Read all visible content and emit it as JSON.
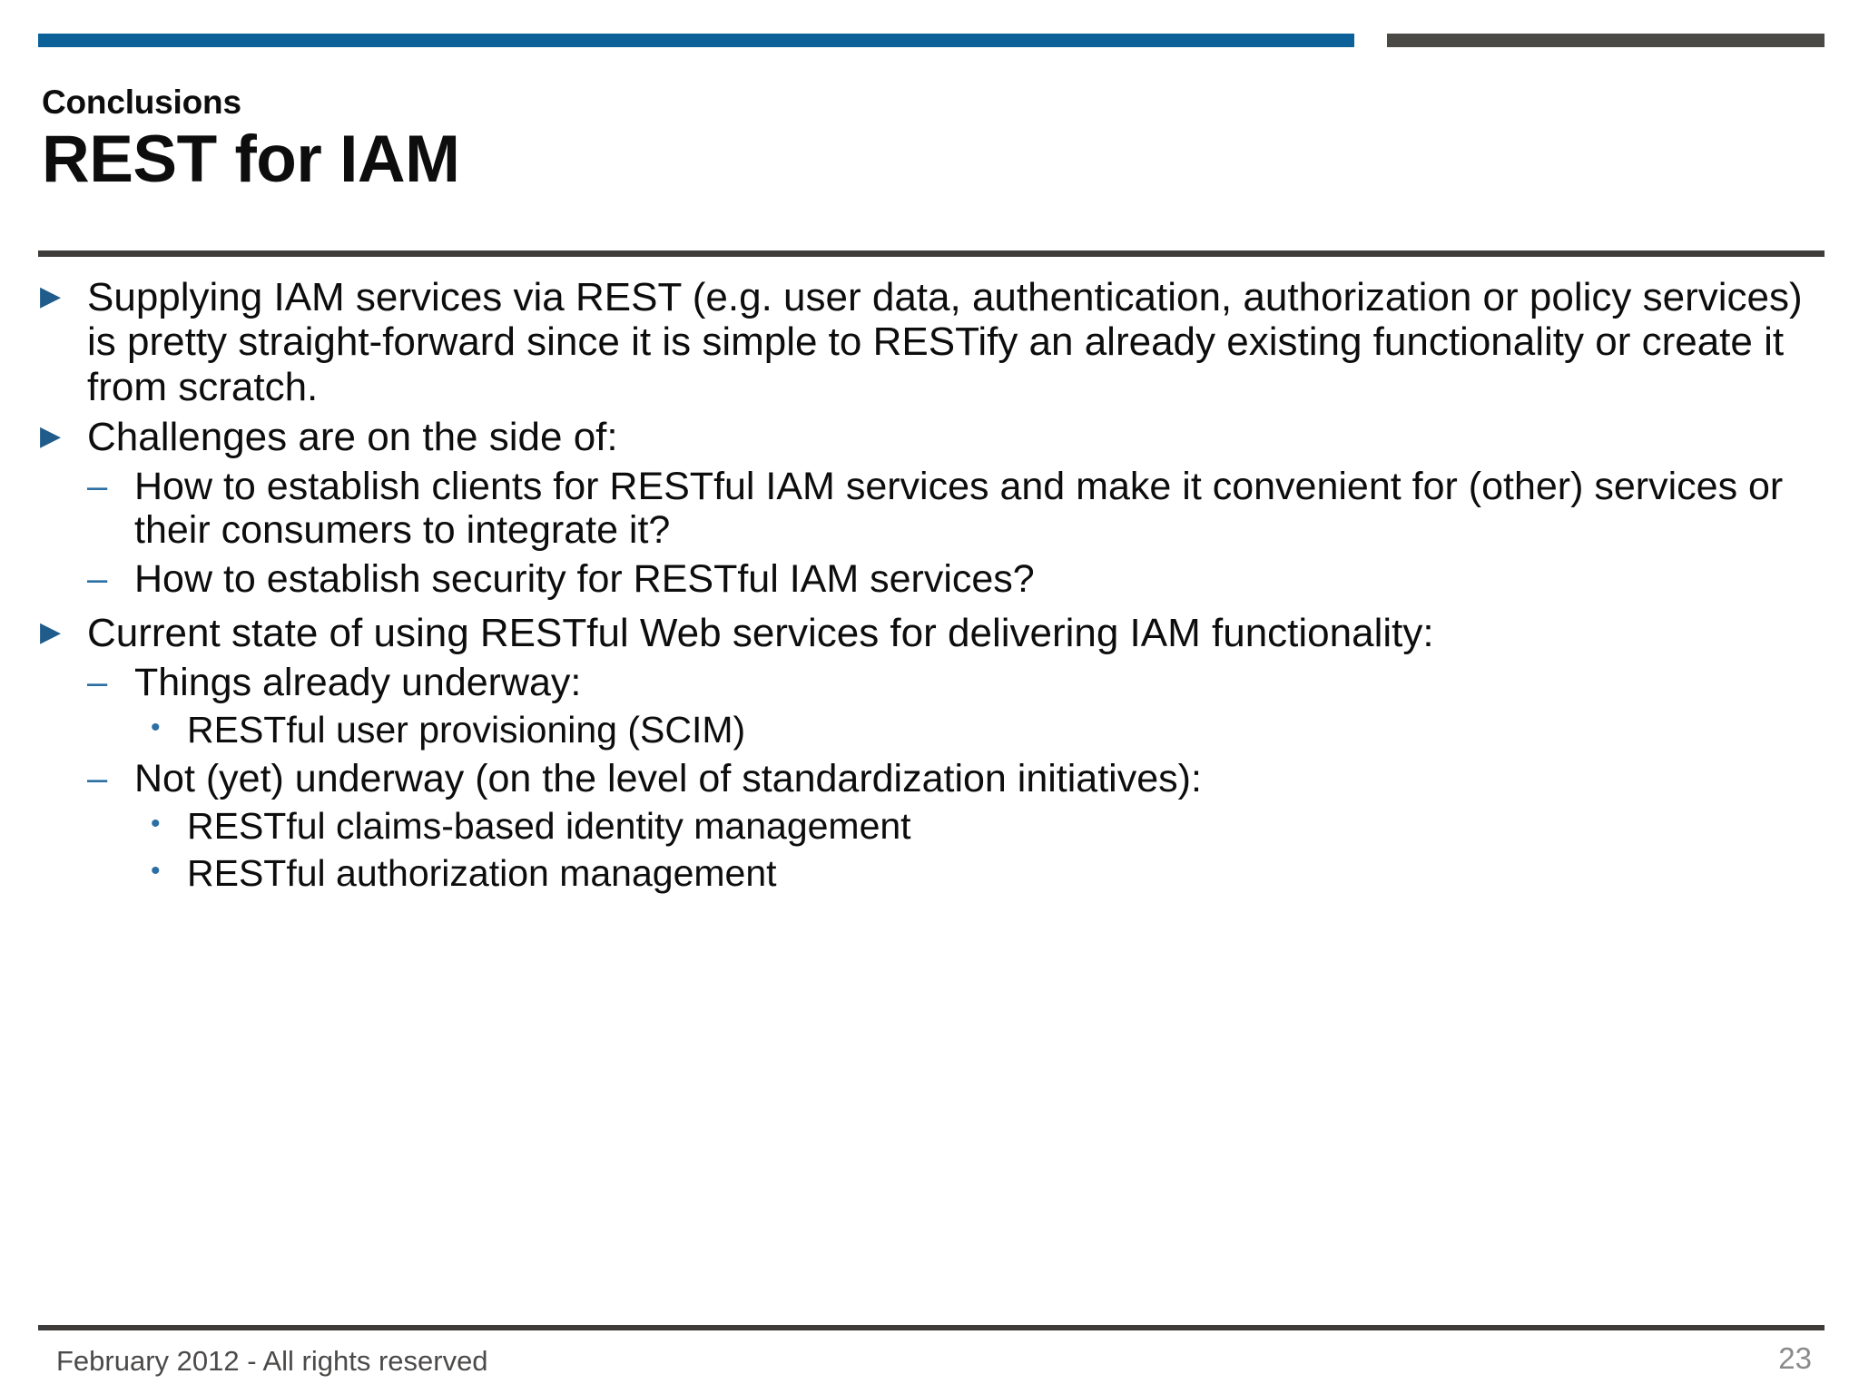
{
  "slide": {
    "eyebrow": "Conclusions",
    "title": "REST for IAM",
    "accent_blue": "#0C6298",
    "accent_dark": "#4B4945",
    "rule_color": "#3E3C3B",
    "bullet_blue": "#1F5C8B"
  },
  "markers": {
    "level1": "▶",
    "level2": "–",
    "level3": "•"
  },
  "content": {
    "items": [
      {
        "level": 1,
        "text": "Supplying IAM services via REST (e.g. user data, authentication, authorization or policy services) is pretty straight-forward since it is simple to RESTify an already existing functionality or create it from scratch."
      },
      {
        "level": 1,
        "text": "Challenges are on the side of:"
      },
      {
        "level": 2,
        "text": "How to establish clients for RESTful IAM services and make it convenient for (other) services or their consumers to integrate it?"
      },
      {
        "level": 2,
        "text": "How to establish security for RESTful IAM services?"
      },
      {
        "level": 1,
        "text": "Current state of using RESTful Web services for delivering IAM functionality:"
      },
      {
        "level": 2,
        "text": "Things already underway:"
      },
      {
        "level": 3,
        "text": "RESTful user provisioning (SCIM)"
      },
      {
        "level": 2,
        "text": "Not (yet) underway (on the level of standardization initiatives):"
      },
      {
        "level": 3,
        "text": "RESTful claims-based identity management"
      },
      {
        "level": 3,
        "text": "RESTful authorization management"
      }
    ]
  },
  "footer": {
    "copyright": "February 2012 - All rights reserved",
    "page_number": "23"
  }
}
